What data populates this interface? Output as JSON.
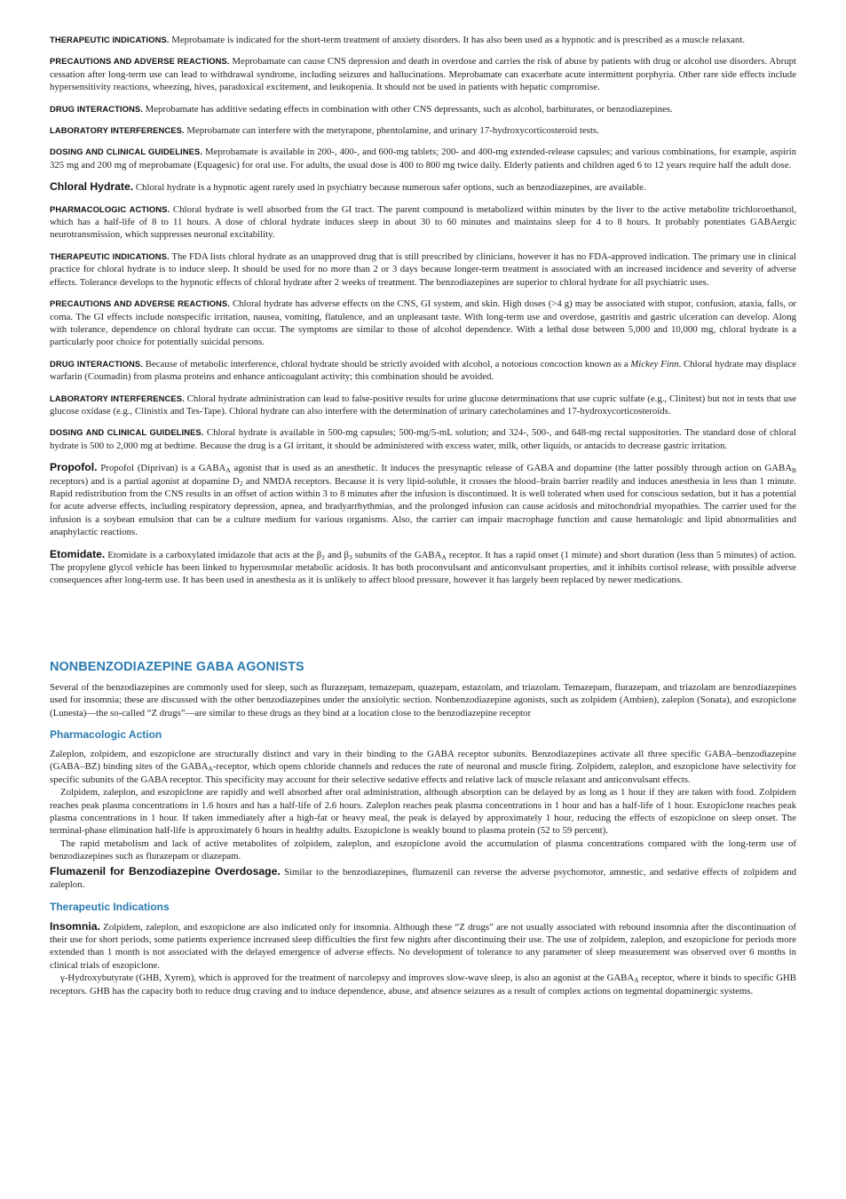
{
  "meprobamate": {
    "therapeutic_label": "THERAPEUTIC INDICATIONS.",
    "therapeutic_text": "Meprobamate is indicated for the short-term treatment of anxiety disorders. It has also been used as a hypnotic and is prescribed as a muscle relaxant.",
    "precautions_label": "PRECAUTIONS AND ADVERSE REACTIONS.",
    "precautions_text": "Meprobamate can cause CNS depression and death in overdose and carries the risk of abuse by patients with drug or alcohol use disorders. Abrupt cessation after long-term use can lead to withdrawal syndrome, including seizures and hallucinations. Meprobamate can exacerbate acute intermittent porphyria. Other rare side effects include hypersensitivity reactions, wheezing, hives, paradoxical excitement, and leukopenia. It should not be used in patients with hepatic compromise.",
    "interactions_label": "DRUG INTERACTIONS.",
    "interactions_text": "Meprobamate has additive sedating effects in combination with other CNS depressants, such as alcohol, barbiturates, or benzodiazepines.",
    "lab_label": "LABORATORY INTERFERENCES.",
    "lab_text": "Meprobamate can interfere with the metyrapone, phentolamine, and urinary 17-hydroxycorticosteroid tests.",
    "dosing_label": "DOSING AND CLINICAL GUIDELINES.",
    "dosing_text": "Meprobamate is available in 200-, 400-, and 600-mg tablets; 200- and 400-mg extended-release capsules; and various combinations, for example, aspirin 325 mg and 200 mg of meprobamate (Equagesic) for oral use. For adults, the usual dose is 400 to 800 mg twice daily. Elderly patients and children aged 6 to 12 years require half the adult dose."
  },
  "chloral": {
    "title": "Chloral Hydrate.",
    "intro": "Chloral hydrate is a hypnotic agent rarely used in psychiatry because numerous safer options, such as benzodiazepines, are available.",
    "pharm_label": "PHARMACOLOGIC ACTIONS.",
    "pharm_text": "Chloral hydrate is well absorbed from the GI tract. The parent compound is metabolized within minutes by the liver to the active metabolite trichloroethanol, which has a half-life of 8 to 11 hours. A dose of chloral hydrate induces sleep in about 30 to 60 minutes and maintains sleep for 4 to 8 hours. It probably potentiates GABAergic neurotransmission, which suppresses neuronal excitability.",
    "therapeutic_label": "THERAPEUTIC INDICATIONS.",
    "therapeutic_text": "The FDA lists chloral hydrate as an unapproved drug that is still prescribed by clinicians, however it has no FDA-approved indication. The primary use in clinical practice for chloral hydrate is to induce sleep. It should be used for no more than 2 or 3 days because longer-term treatment is associated with an increased incidence and severity of adverse effects. Tolerance develops to the hypnotic effects of chloral hydrate after 2 weeks of treatment. The benzodiazepines are superior to chloral hydrate for all psychiatric uses.",
    "precautions_label": "PRECAUTIONS AND ADVERSE REACTIONS.",
    "precautions_text": "Chloral hydrate has adverse effects on the CNS, GI system, and skin. High doses (>4 g) may be associated with stupor, confusion, ataxia, falls, or coma. The GI effects include nonspecific irritation, nausea, vomiting, flatulence, and an unpleasant taste. With long-term use and overdose, gastritis and gastric ulceration can develop. Along with tolerance, dependence on chloral hydrate can occur. The symptoms are similar to those of alcohol dependence. With a lethal dose between 5,000 and 10,000 mg, chloral hydrate is a particularly poor choice for potentially suicidal persons.",
    "interactions_label": "DRUG INTERACTIONS.",
    "interactions_text_a": "Because of metabolic interference, chloral hydrate should be strictly avoided with alcohol, a notorious concoction known as a ",
    "interactions_italic": "Mickey Finn",
    "interactions_text_b": ". Chloral hydrate may displace warfarin (Coumadin) from plasma proteins and enhance anticoagulant activity; this combination should be avoided.",
    "lab_label": "LABORATORY INTERFERENCES.",
    "lab_text": "Chloral hydrate administration can lead to false-positive results for urine glucose determinations that use cupric sulfate (e.g., Clinitest) but not in tests that use glucose oxidase (e.g., Clinistix and Tes-Tape). Chloral hydrate can also interfere with the determination of urinary catecholamines and 17-hydroxycorticosteroids.",
    "dosing_label": "DOSING AND CLINICAL GUIDELINES.",
    "dosing_text": "Chloral hydrate is available in 500-mg capsules; 500-mg/5-mL solution; and 324-, 500-, and 648-mg rectal suppositories. The standard dose of chloral hydrate is 500 to 2,000 mg at bedtime. Because the drug is a GI irritant, it should be administered with excess water, milk, other liquids, or antacids to decrease gastric irritation."
  },
  "propofol": {
    "title": "Propofol.",
    "t1": "Propofol (Diprivan) is a GABA",
    "s1": "A",
    "t2": " agonist that is used as an anesthetic. It induces the presynaptic release of GABA and dopamine (the latter possibly through action on GABA",
    "s2": "B",
    "t3": " receptors) and is a partial agonist at dopamine D",
    "s3": "2",
    "t4": " and NMDA receptors. Because it is very lipid-soluble, it crosses the blood–brain barrier readily and induces anesthesia in less than 1 minute. Rapid redistribution from the CNS results in an offset of action within 3 to 8 minutes after the infusion is discontinued. It is well tolerated when used for conscious sedation, but it has a potential for acute adverse effects, including respiratory depression, apnea, and bradyarrhythmias, and the prolonged infusion can cause acidosis and mitochondrial myopathies. The carrier used for the infusion is a soybean emulsion that can be a culture medium for various organisms. Also, the carrier can impair macrophage function and cause hematologic and lipid abnormalities and anaphylactic reactions."
  },
  "etomidate": {
    "title": "Etomidate.",
    "t1": "Etomidate is a carboxylated imidazole that acts at the β",
    "s1": "2",
    "t2": " and β",
    "s2": "3",
    "t3": " subunits of the GABA",
    "s3": "A",
    "t4": " receptor. It has a rapid onset (1 minute) and short duration (less than 5 minutes) of action. The propylene glycol vehicle has been linked to hyperosmolar metabolic acidosis. It has both proconvulsant and anticonvulsant properties, and it inhibits cortisol release, with possible adverse consequences after long-term use. It has been used in anesthesia as it is unlikely to affect blood pressure, however it has largely been replaced by newer medications."
  },
  "nonbenzo": {
    "heading": "NONBENZODIAZEPINE GABA AGONISTS",
    "intro": "Several of the benzodiazepines are commonly used for sleep, such as flurazepam, temazepam, quazepam, estazolam, and triazolam. Temazepam, flurazepam, and triazolam are benzodiazepines used for insomnia; these are discussed with the other benzodiazepines under the anxiolytic section. Nonbenzodiazepine agonists, such as zolpidem (Ambien), zaleplon (Sonata), and eszopiclone (Lunesta)—the so-called “Z drugs”—are similar to these drugs as they bind at a location close to the benzodiazepine receptor",
    "pharm_heading": "Pharmacologic Action",
    "pharm1_a": "Zaleplon, zolpidem, and eszopiclone are structurally distinct and vary in their binding to the GABA receptor subunits. Benzodiazepines activate all three specific GABA–benzodiazepine (GABA–BZ) binding sites of the GABA",
    "pharm1_s": "A",
    "pharm1_b": "-receptor, which opens chloride channels and reduces the rate of neuronal and muscle firing. Zolpidem, zaleplon, and eszopiclone have selectivity for specific subunits of the GABA receptor. This specificity may account for their selective sedative effects and relative lack of muscle relaxant and anticonvulsant effects.",
    "pharm2": "Zolpidem, zaleplon, and eszopiclone are rapidly and well absorbed after oral administration, although absorption can be delayed by as long as 1 hour if they are taken with food. Zolpidem reaches peak plasma concentrations in 1.6 hours and has a half-life of 2.6 hours. Zaleplon reaches peak plasma concentrations in 1 hour and has a half-life of 1 hour. Eszopiclone reaches peak plasma concentrations in 1 hour. If taken immediately after a high-fat or heavy meal, the peak is delayed by approximately 1 hour, reducing the effects of eszopiclone on sleep onset. The terminal-phase elimination half-life is approximately 6 hours in healthy adults. Eszopiclone is weakly bound to plasma protein (52 to 59 percent).",
    "pharm3": "The rapid metabolism and lack of active metabolites of zolpidem, zaleplon, and eszopiclone avoid the accumulation of plasma concentrations compared with the long-term use of benzodiazepines such as flurazepam or diazepam.",
    "flumazenil_title": "Flumazenil for Benzodiazepine Overdosage.",
    "flumazenil_text": "Similar to the benzodiazepines, flumazenil can reverse the adverse psychomotor, amnestic, and sedative effects of zolpidem and zaleplon.",
    "ther_heading": "Therapeutic Indications",
    "insomnia_title": "Insomnia.",
    "insomnia_text": "Zolpidem, zaleplon, and eszopiclone are also indicated only for insomnia. Although these “Z drugs” are not usually associated with rebound insomnia after the discontinuation of their use for short periods, some patients experience increased sleep difficulties the first few nights after discontinuing their use. The use of zolpidem, zaleplon, and eszopiclone for periods more extended than 1 month is not associated with the delayed emergence of adverse effects. No development of tolerance to any parameter of sleep measurement was observed over 6 months in clinical trials of eszopiclone.",
    "ghb_a": "γ-Hydroxybutyrate (GHB, Xyrem), which is approved for the treatment of narcolepsy and improves slow-wave sleep, is also an agonist at the GABA",
    "ghb_s": "A",
    "ghb_b": " receptor, where it binds to specific GHB receptors. GHB has the capacity both to reduce drug craving and to induce dependence, abuse, and absence seizures as a result of complex actions on tegmental dopaminergic systems."
  }
}
